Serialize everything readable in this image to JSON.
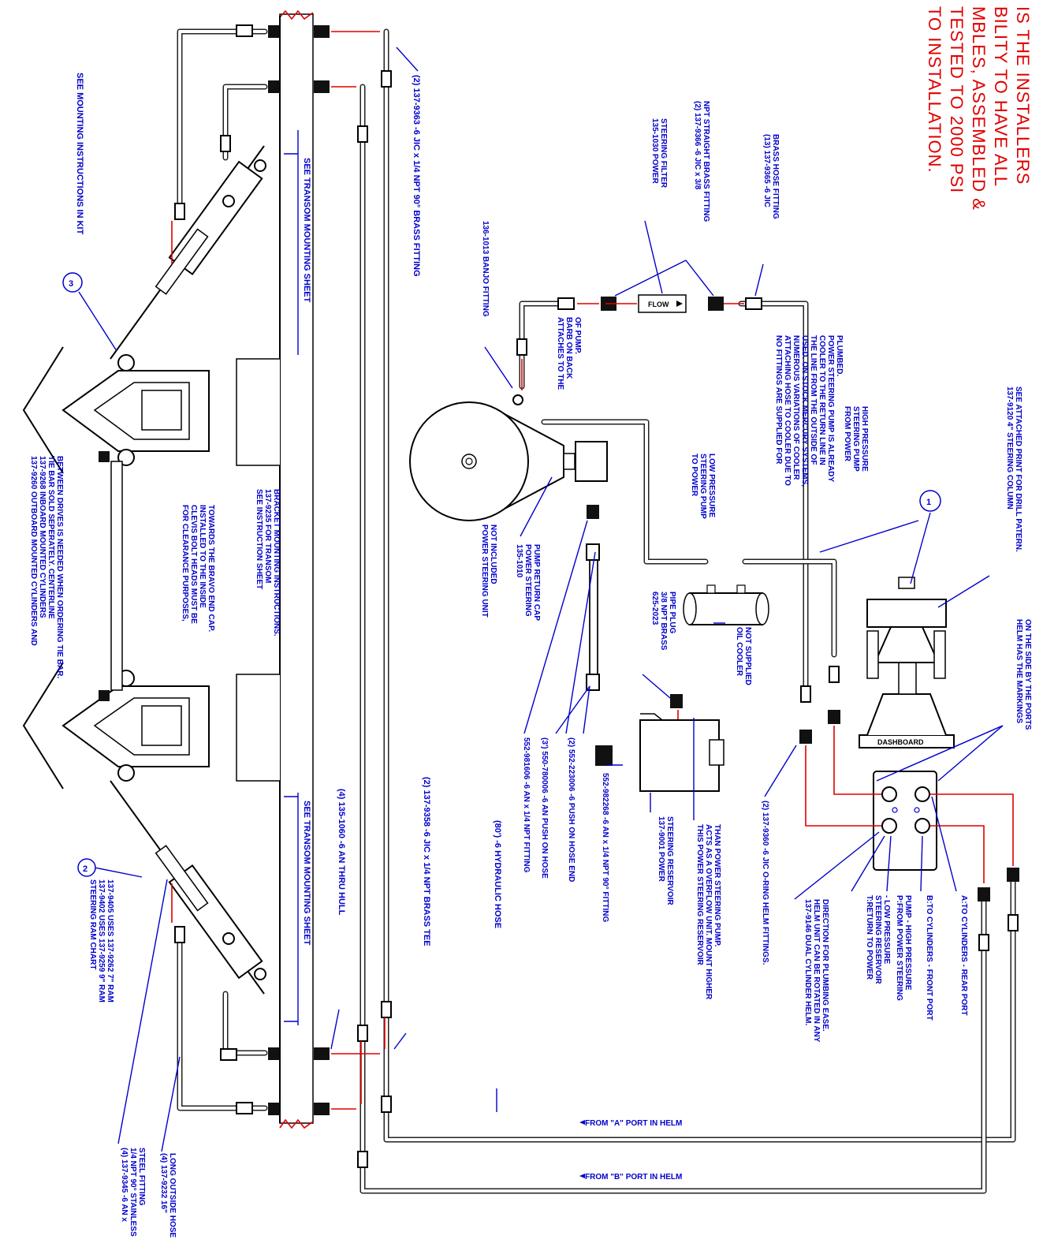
{
  "warning": {
    "lines": [
      "IS THE INSTALLERS",
      "BILITY TO HAVE ALL",
      "MBLES, ASSEMBLED &",
      "TESTED TO 2000 PSI",
      "TO INSTALLATION."
    ],
    "color": "#e00000"
  },
  "labels": {
    "see_mounting": "SEE MOUNTING INSTRUCTIONS IN KIT",
    "transom_sheet_top": "SEE TRANSOM MOUNTING SHEET",
    "transom_sheet_bottom": "SEE TRANSOM MOUNTING SHEET",
    "fitting_9363": "(2) 137-9363 -6 JIC x 1/4 NPT 90° BRASS FITTING",
    "fitting_9358": "(2) 137-9358 -6 JIC x 1/4 NPT BRASS TEE",
    "thru_hull": "(4) 135-1060 -6 AN THRU HULL",
    "hose_80": "(80') -6 HYDRAULIC HOSE",
    "hose_16": [
      "(4) 137-9232 16\"",
      "LONG OUTSIDE HOSE"
    ],
    "fitting_9345": [
      "(4) 137-9345 -6 AN x",
      "1/4 NPT 90° STAINLESS",
      "STEEL FITTING"
    ],
    "ram_chart": [
      "STEERING RAM CHART",
      "137-9402 USES 137-9259 9\" RAM",
      "137-9405 USES 137-9262 7\" RAM"
    ],
    "outboard_cyl": [
      "137-9260 OUTBOARD MOUNTED CYLINDERS AND",
      "137-9268 INBOARD MOUNTED CYLINDERS",
      "TIE BAR SOLD SEPERATELY. CENTERLINE",
      "BETWEEN DRIVES IS NEEDED WHEN ORDERING TIE BAR."
    ],
    "clearance": [
      "FOR CLEARANCE PURPOSES,",
      "CLEVIS BOLT HEADS MUST BE",
      "INSTALLED TO THE INSIDE",
      "TOWARDS THE BRAVO END CAP."
    ],
    "instruction_sheet": [
      "SEE INSTRUCTION SHEET",
      "137-9235 FOR TRANSOM",
      "BRACKET MOUNTING INSTRUCTIONS."
    ],
    "brass_hose_fitting": [
      "(13) 137-9365 -6 JIC",
      "BRASS HOSE FITTING"
    ],
    "straight_brass": [
      "(2) 137-9366 -6 JIC x 3/8",
      "NPT STRAIGHT BRASS FITTING"
    ],
    "filter": [
      "135-1030 POWER",
      "STEERING FILTER"
    ],
    "banjo": "136-1013 BANJO FITTING",
    "attaches": [
      "ATTACHES TO THE",
      "BARB ON BACK",
      "OF PUMP."
    ],
    "flow": "FLOW",
    "no_fittings": [
      "NO FITTINGS ARE SUPPLIED FOR",
      "ATTACHING HOSE TO COOLER DUE TO",
      "NUMEROUS VARIATIONS OF COOLER",
      "USED. ON STOCK MERCURY SYSTEMS,",
      "THE LINE FROM THE OUTSIDE OF",
      "COOLER TO THE RETURN LINE IN",
      "POWER STEERING PUMP IS ALREADY",
      "PLUMBED."
    ],
    "from_pump": [
      "FROM POWER",
      "STEERING PUMP",
      "HIGH PRESSURE"
    ],
    "to_pump": [
      "TO POWER",
      "STEERING PUMP",
      "LOW PRESSURE"
    ],
    "return_cap": [
      "135-1010",
      "POWER STEERING",
      "PUMP RETURN CAP"
    ],
    "ps_unit": [
      "POWER STEERING UNIT",
      "NOT INCLUDED"
    ],
    "oil_cooler": [
      "OIL COOLER",
      "NOT SUPPLIED"
    ],
    "pipe_plug": [
      "625-2023",
      "3/8 NPT BRASS",
      "PIPE PLUG"
    ],
    "push_on_hose": "(3') 550-780006 -6 AN PUSH ON HOSE",
    "push_on_end": "(2) 552-223006 -6 PUSH ON HOSE END",
    "an_fitting": "552-981606 -6 AN x 1/4 NPT FITTING",
    "an_90": "552-982268 -6 AN x 1/4 NPT 90° FITTING",
    "reservoir": [
      "137-9001 POWER",
      "STEERING RESERVOIR"
    ],
    "reservoir_note": [
      "THIS POWER STEERING RESERVOIR",
      "ACTS AS A OVERFLOW UNIT. MOUNT HIGHER",
      "THAN POWER STEERING PUMP."
    ],
    "oring": "(2) 137-9360 -6 JIC O-RING HELM FITTINGS.",
    "helm_dual": [
      "137-9146 DUAL CYLINDER HELM.",
      "HELM UNIT CAN BE ROTATED IN ANY",
      "DIRECTION FOR PLUMBING EASE."
    ],
    "port_t": [
      "T:RETURN TO POWER",
      "STEERING RESERVOIR",
      "- LOW PRESSURE"
    ],
    "port_p": [
      "P:FROM POWER STEERING",
      "PUMP - HIGH PRESSURE"
    ],
    "port_b": "B:TO CYLINDERS - FRONT PORT",
    "port_a": "A:TO CYLINDERS - REAR PORT",
    "column": [
      "137-9120 4\" STEERING COLUMN",
      "SEE ATTACHED PRINT FOR DRILL PATERN."
    ],
    "helm_markings": [
      "HELM HAS THE MARKINGS",
      "ON THE SIDE BY THE PORTS"
    ],
    "dashboard": "DASHBOARD",
    "from_a": "FROM \"A\" PORT IN HELM",
    "from_b": "FROM \"B\" PORT IN HELM",
    "callout_1": "1",
    "callout_2": "2",
    "callout_3": "3"
  },
  "colors": {
    "label_blue": "#0000cc",
    "arrow_red": "#e00000",
    "line_black": "#222222"
  }
}
